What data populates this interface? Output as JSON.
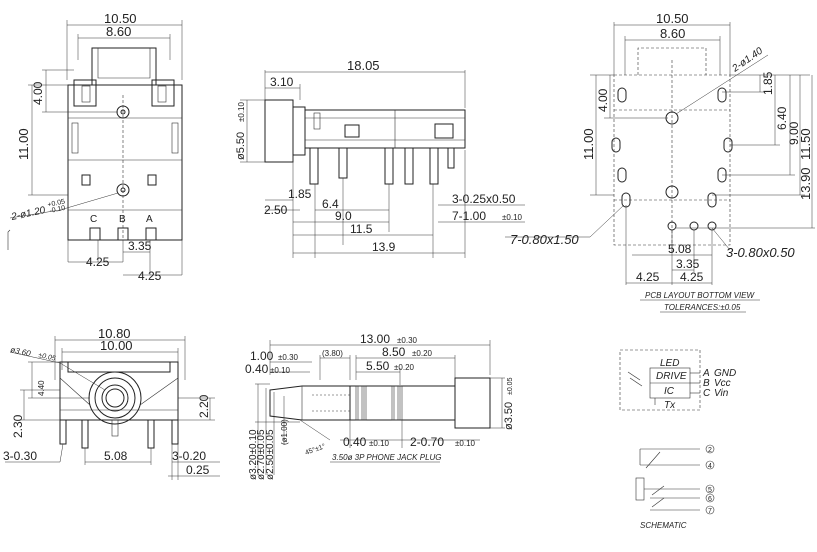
{
  "top_front_view": {
    "dim_overall_width": "10.50",
    "dim_inner_width": "8.60",
    "dim_upper_height": "4.00",
    "dim_total_height": "11.00",
    "dim_pin_spacing_small": "3.35",
    "dim_pin_spacing_left": "4.25",
    "dim_pin_spacing_right": "4.25",
    "hole_callout": "2-ø1.20",
    "hole_tol_upper": "+0.05",
    "hole_tol_lower": "-0.10",
    "pin_label_c": "C",
    "pin_label_b": "B",
    "pin_label_a": "A"
  },
  "side_view": {
    "dim_length": "18.05",
    "dim_flange": "3.10",
    "dim_diameter": "ø5.50",
    "dim_diameter_tol": "±0.10",
    "dim_1_85": "1.85",
    "dim_6_4": "6.4",
    "dim_2_50": "2.50",
    "dim_9_0": "9.0",
    "dim_11_5": "11.5",
    "dim_13_9": "13.9",
    "pin_callout_thickness": "3-0.25x0.50",
    "pin_callout_width": "7-1.00",
    "pin_callout_width_tol": "±0.10"
  },
  "pcb_layout": {
    "dim_overall_width": "10.50",
    "dim_inner_width": "8.60",
    "hole_callout": "2-ø1.40",
    "dim_4_00": "4.00",
    "dim_11_00": "11.00",
    "dim_1_85": "1.85",
    "dim_6_40": "6.40",
    "dim_9_00": "9.00",
    "dim_11_50": "11.50",
    "dim_13_90": "13.90",
    "slot_callout_left": "7-0.80x1.50",
    "slot_callout_right": "3-0.80x0.50",
    "dim_5_08": "5.08",
    "dim_3_35": "3.35",
    "dim_4_25_left": "4.25",
    "dim_4_25_right": "4.25",
    "title": "PCB LAYOUT BOTTOM VIEW",
    "tolerances": "TOLERANCES:±0.05"
  },
  "front_view": {
    "dim_overall": "10.80",
    "dim_body": "10.00",
    "dim_hole_callout": "ø3.60",
    "dim_hole_tol": "±0.05",
    "dim_4_40": "4.40",
    "dim_2_20": "2.20",
    "dim_2_30": "2.30",
    "dim_5_08": "5.08",
    "pin_callout_left": "3-0.30",
    "pin_callout_right": "3-0.20",
    "dim_0_25": "0.25"
  },
  "plug_view": {
    "dim_total": "13.00",
    "dim_total_tol": "±0.30",
    "dim_1_00": "1.00",
    "dim_1_00_tol": "±0.30",
    "dim_3_80": "(3.80)",
    "dim_8_50": "8.50",
    "dim_8_50_tol": "±0.20",
    "dim_0_40_top": "0.40",
    "dim_0_40_top_tol": "±0.10",
    "dim_5_50": "5.50",
    "dim_5_50_tol": "±0.20",
    "dim_dia_3_50": "ø3.50",
    "dim_dia_3_50_tol": "±0.05",
    "dim_dia_3_20": "ø3.20±0.10",
    "dim_dia_2_70": "ø2.70±0.05",
    "dim_dia_2_50": "ø2.50±0.05",
    "dim_dia_1_00": "(ø1.00)",
    "angle": "45°±1°",
    "dim_0_40_bottom": "0.40",
    "dim_0_40_bottom_tol": "±0.10",
    "dim_2_0_70": "2-0.70",
    "dim_2_0_70_tol": "±0.10",
    "title": "3.50ø 3P PHONE JACK PLUG"
  },
  "ic_block": {
    "led": "LED",
    "drive": "DRIVE",
    "ic": "IC",
    "tx": "Tx",
    "pin_a": "A",
    "pin_b": "B",
    "pin_c": "C",
    "gnd": "GND",
    "vcc": "Vcc",
    "vin": "Vin"
  },
  "schematic": {
    "pin_2": "2",
    "pin_4": "4",
    "pin_5": "5",
    "pin_6": "6",
    "pin_7": "7",
    "title": "SCHEMATIC"
  }
}
